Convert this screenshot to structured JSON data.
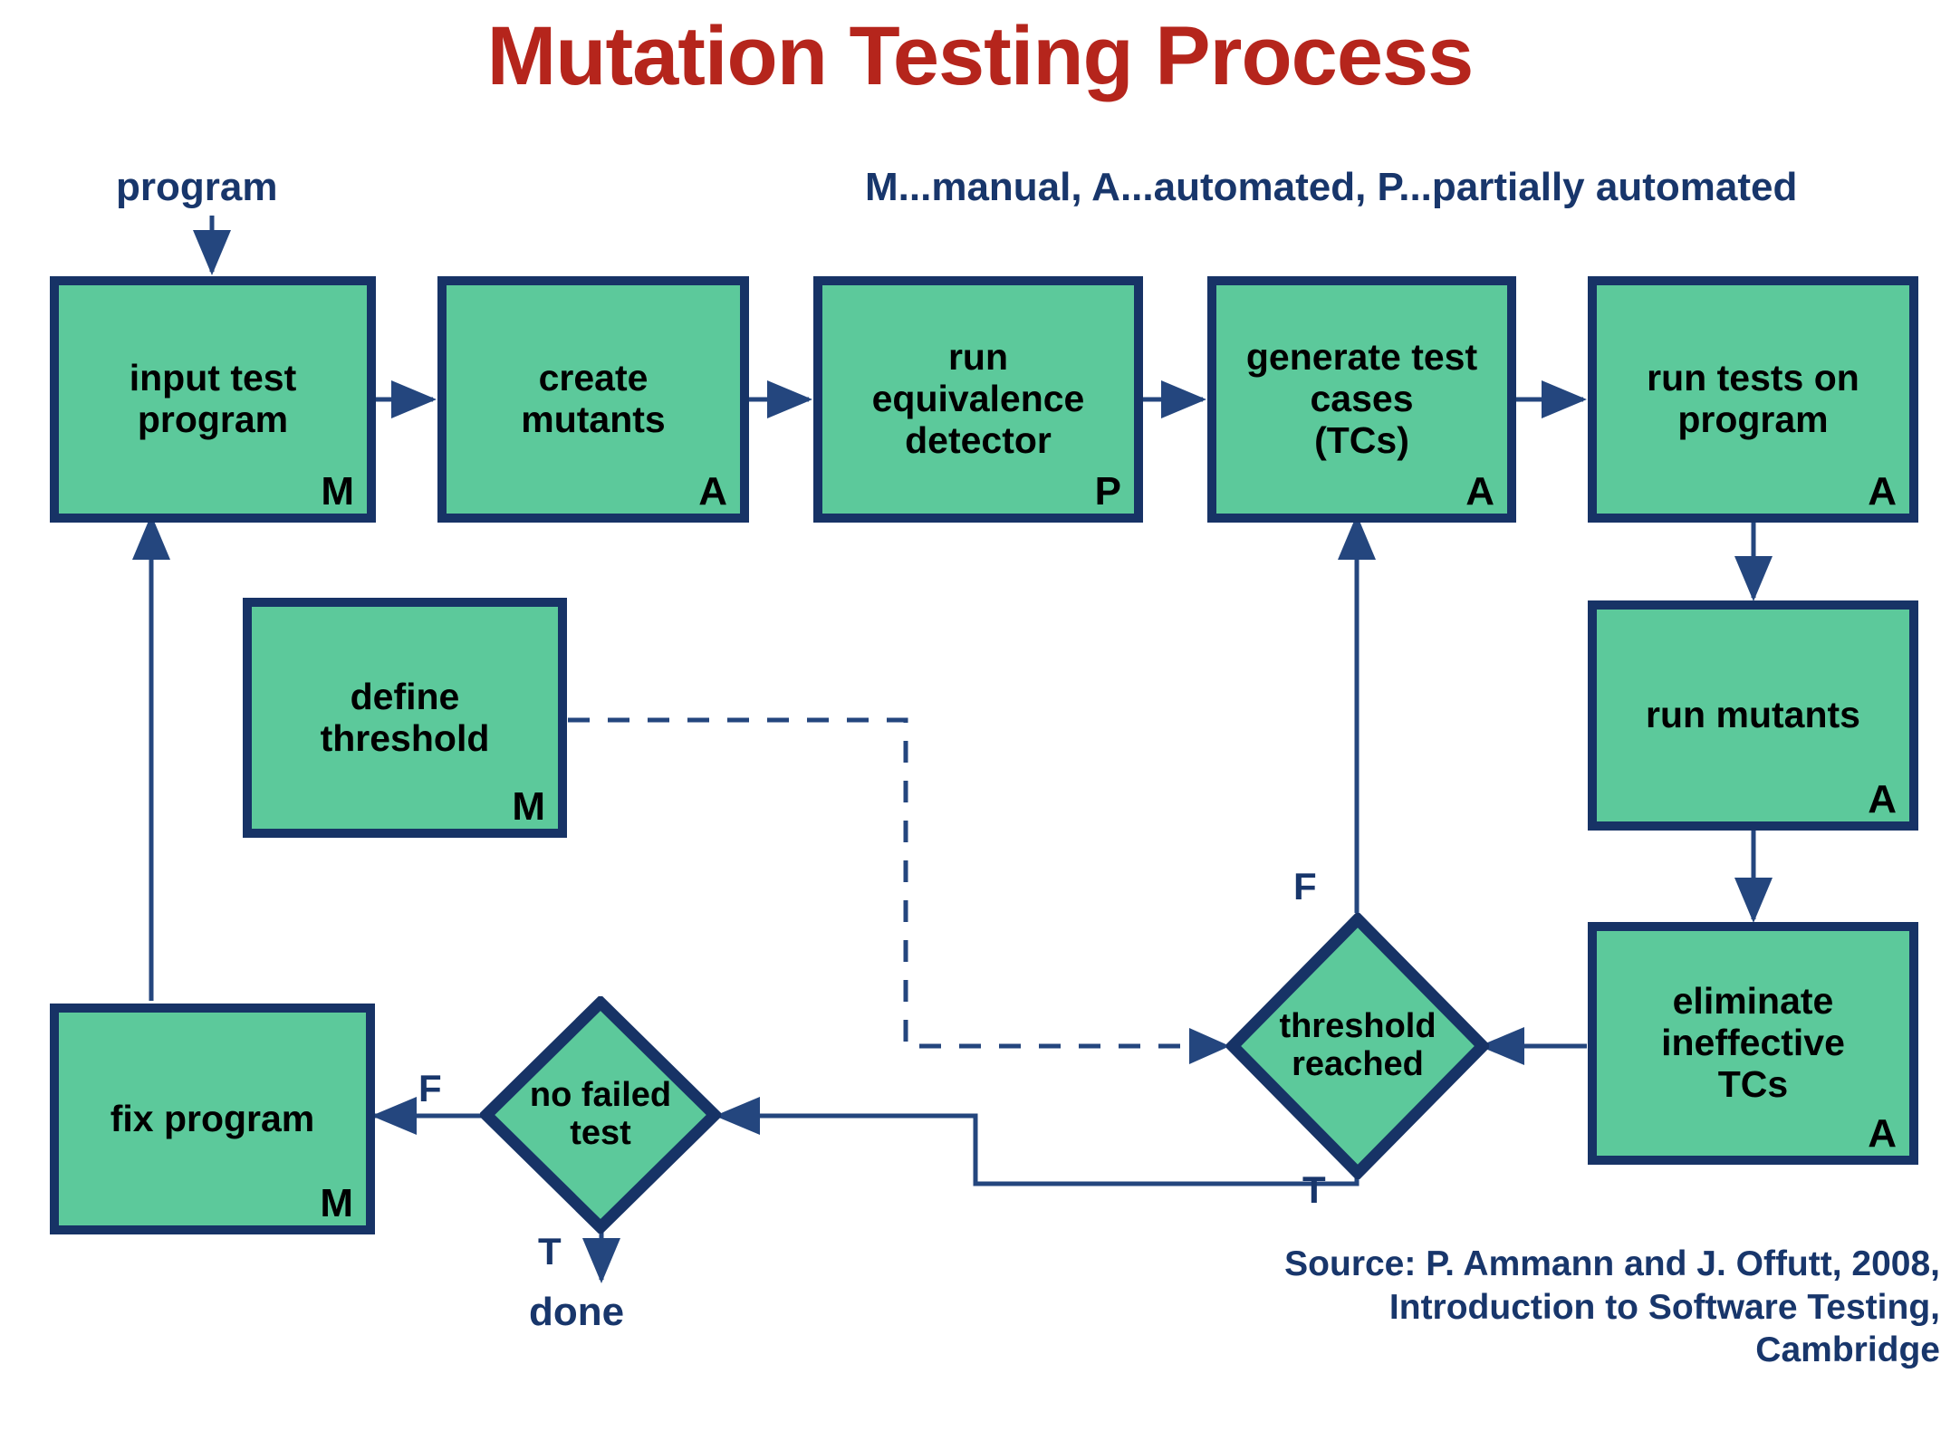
{
  "title": "Mutation Testing Process",
  "legend": "M...manual, A...automated, P...partially automated",
  "entry_label": "program",
  "exit_label": "done",
  "source_note_line1": "Source: P. Ammann and J. Offutt, 2008,",
  "source_note_line2": "Introduction to Software Testing,",
  "source_note_line3": "Cambridge",
  "colors": {
    "title": "#b5251c",
    "node_fill": "#5cc99b",
    "node_border": "#173366",
    "text_navy": "#18366b",
    "edge": "#24467e",
    "background": "#ffffff"
  },
  "nodes": {
    "input_test_program": {
      "text": "input test\nprogram",
      "mode": "M"
    },
    "create_mutants": {
      "text": "create\nmutants",
      "mode": "A"
    },
    "run_equivalence_detector": {
      "text": "run\nequivalence\ndetector",
      "mode": "P"
    },
    "generate_test_cases": {
      "text": "generate test\ncases\n(TCs)",
      "mode": "A"
    },
    "run_tests_on_program": {
      "text": "run tests on\nprogram",
      "mode": "A"
    },
    "run_mutants": {
      "text": "run mutants",
      "mode": "A"
    },
    "eliminate_ineffective_tcs": {
      "text": "eliminate\nineffective\nTCs",
      "mode": "A"
    },
    "define_threshold": {
      "text": "define\nthreshold",
      "mode": "M"
    },
    "fix_program": {
      "text": "fix program",
      "mode": "M"
    },
    "threshold_reached": {
      "text": "threshold\nreached"
    },
    "no_failed_test": {
      "text": "no failed\ntest"
    }
  },
  "edge_labels": {
    "threshold_false": "F",
    "threshold_true": "T",
    "no_failed_false": "F",
    "no_failed_true": "T"
  }
}
